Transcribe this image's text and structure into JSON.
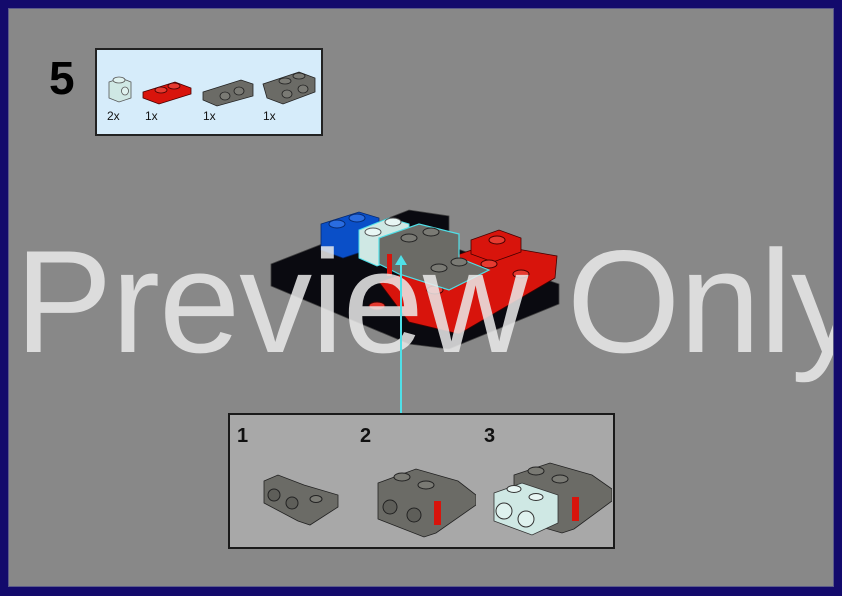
{
  "step": {
    "number": "5"
  },
  "parts_list": {
    "items": [
      {
        "name": "light-aqua 1x1 brick with stud on side",
        "color": "#cfe8e4",
        "qty": "2x"
      },
      {
        "name": "red 1x2 plate",
        "color": "#d8140c",
        "qty": "1x"
      },
      {
        "name": "dark gray 1x2 - 1x2 inverted bracket",
        "color": "#6b6b66",
        "qty": "1x"
      },
      {
        "name": "dark gray 1x2 - 1x2 bracket",
        "color": "#6b6b66",
        "qty": "1x"
      }
    ]
  },
  "subassembly": {
    "steps": [
      {
        "number": "1"
      },
      {
        "number": "2"
      },
      {
        "number": "3"
      }
    ]
  },
  "watermark": {
    "text": "Preview Only"
  },
  "colors": {
    "frame": "#130a6c",
    "page": "#888888",
    "parts_bg": "#d6ecfa",
    "sub_bg": "#a8a8a8",
    "highlight": "#4fe0e8",
    "red": "#d8140c",
    "blue": "#0a4fc8",
    "black": "#0a0a10",
    "dark_gray": "#6b6b66",
    "light_aqua": "#cfe8e4"
  }
}
